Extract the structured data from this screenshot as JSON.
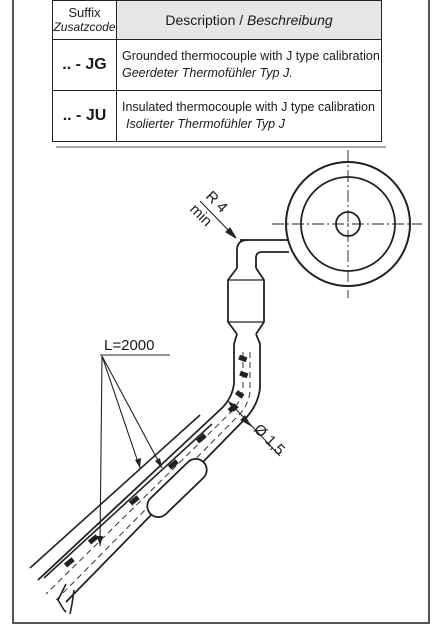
{
  "table": {
    "header_suffix_en": "Suffix",
    "header_suffix_de": "Zusatzcode",
    "header_desc_en": "Description / ",
    "header_desc_de": "Beschreibung",
    "rows": [
      {
        "code": ".. - JG",
        "desc_en": "Grounded thermocouple with J type calibration",
        "desc_de": "Geerdeter Thermofühler Typ J."
      },
      {
        "code": ".. - JU",
        "desc_en": "Insulated thermocouple with J type calibration",
        "desc_de": "Isolierter Thermofühler Typ J"
      }
    ]
  },
  "drawing": {
    "bend_radius_value": "R 4",
    "bend_radius_note": "min",
    "length_label": "L=2000",
    "diameter_label": "Ø 1,5"
  }
}
